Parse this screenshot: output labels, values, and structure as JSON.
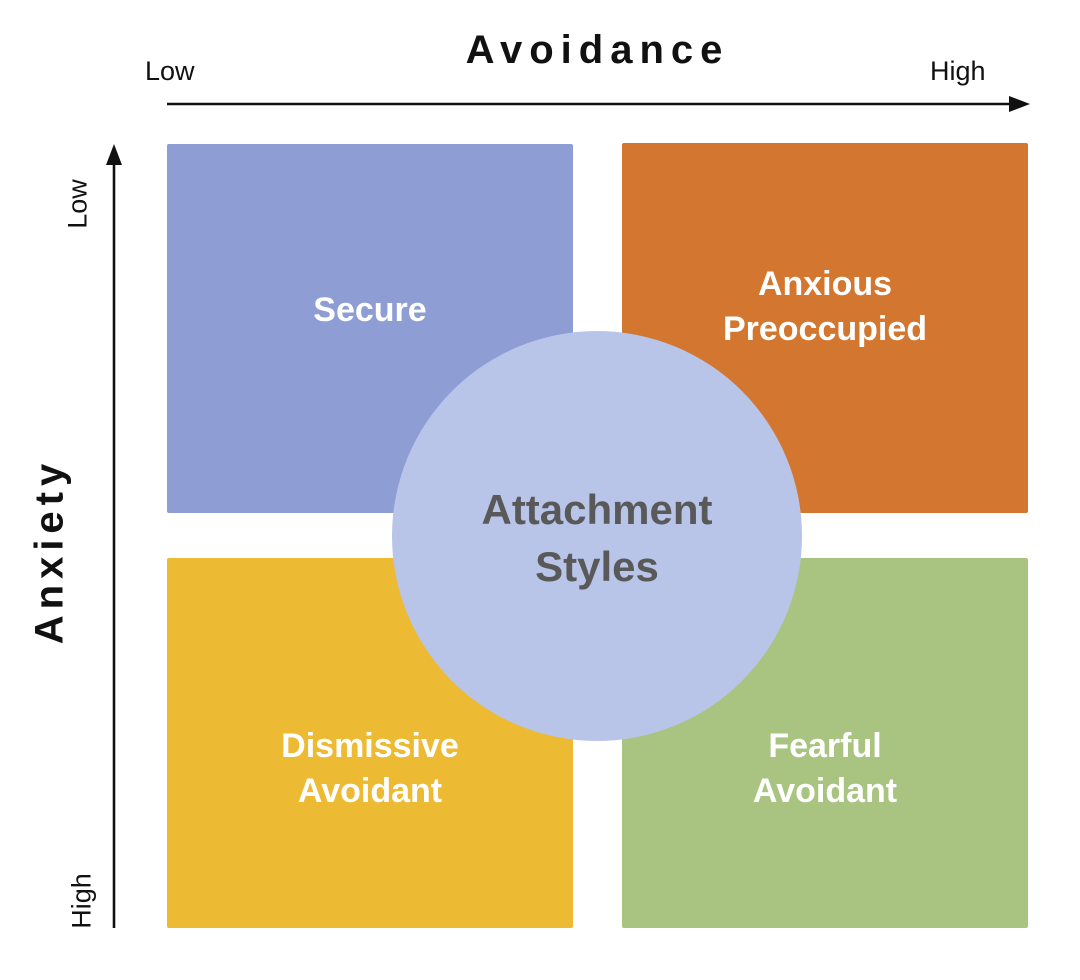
{
  "diagram": {
    "title": "Attachment Styles",
    "x_axis": {
      "title": "Avoidance",
      "left_label": "Low",
      "right_label": "High",
      "color": "#111111"
    },
    "y_axis": {
      "title": "Anxiety",
      "top_label": "Low",
      "bottom_label": "High",
      "color": "#111111"
    },
    "center_circle": {
      "label": "Attachment Styles",
      "lines": [
        "Attachment",
        "Styles"
      ],
      "color": "#B8C5E9",
      "text_color": "#595959"
    },
    "quadrants": {
      "top_left": {
        "label": "Secure",
        "lines": [
          "Secure"
        ],
        "color": "#8E9DD3",
        "text_color": "#FFFFFF"
      },
      "top_right": {
        "label": "Anxious Preoccupied",
        "lines": [
          "Anxious",
          "Preoccupied"
        ],
        "color": "#D3762F",
        "text_color": "#FFFFFF"
      },
      "bottom_left": {
        "label": "Dismissive Avoidant",
        "lines": [
          "Dismissive",
          "Avoidant"
        ],
        "color": "#EDBA33",
        "text_color": "#FFFFFF"
      },
      "bottom_right": {
        "label": "Fearful Avoidant",
        "lines": [
          "Fearful",
          "Avoidant"
        ],
        "color": "#A9C480",
        "text_color": "#FFFFFF"
      }
    }
  }
}
